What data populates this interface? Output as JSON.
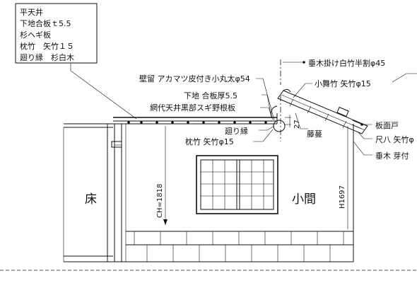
{
  "notes": {
    "ceiling_spec": [
      "平天井",
      "下地合板ｔ5.5",
      "杉ヘギ板",
      "枕竹　矢竹１５",
      "廻り縁　杉白木"
    ],
    "rail_pole": "壁留 アカマツ皮付き小丸太φ54",
    "substrate": "下地 合板厚5.5",
    "ajiro": "網代天井黒部スギ野根板",
    "mawaribuchi": "廻り縁",
    "makuradake": "枕竹 矢竹φ15",
    "taruki": "垂木掛け白竹半割φ45",
    "komaidake": "小舞竹 矢竹φ15",
    "fujizuru": "藤蔓",
    "itadoma": "板面戸",
    "shakuhachi": "尺八 矢竹φ",
    "taruki_me": "垂木 芽付",
    "dim_27": "27"
  },
  "rooms": {
    "floor": "床",
    "koma": "小間"
  },
  "dimensions": {
    "ch": "CH=1818",
    "h": "H1697"
  }
}
